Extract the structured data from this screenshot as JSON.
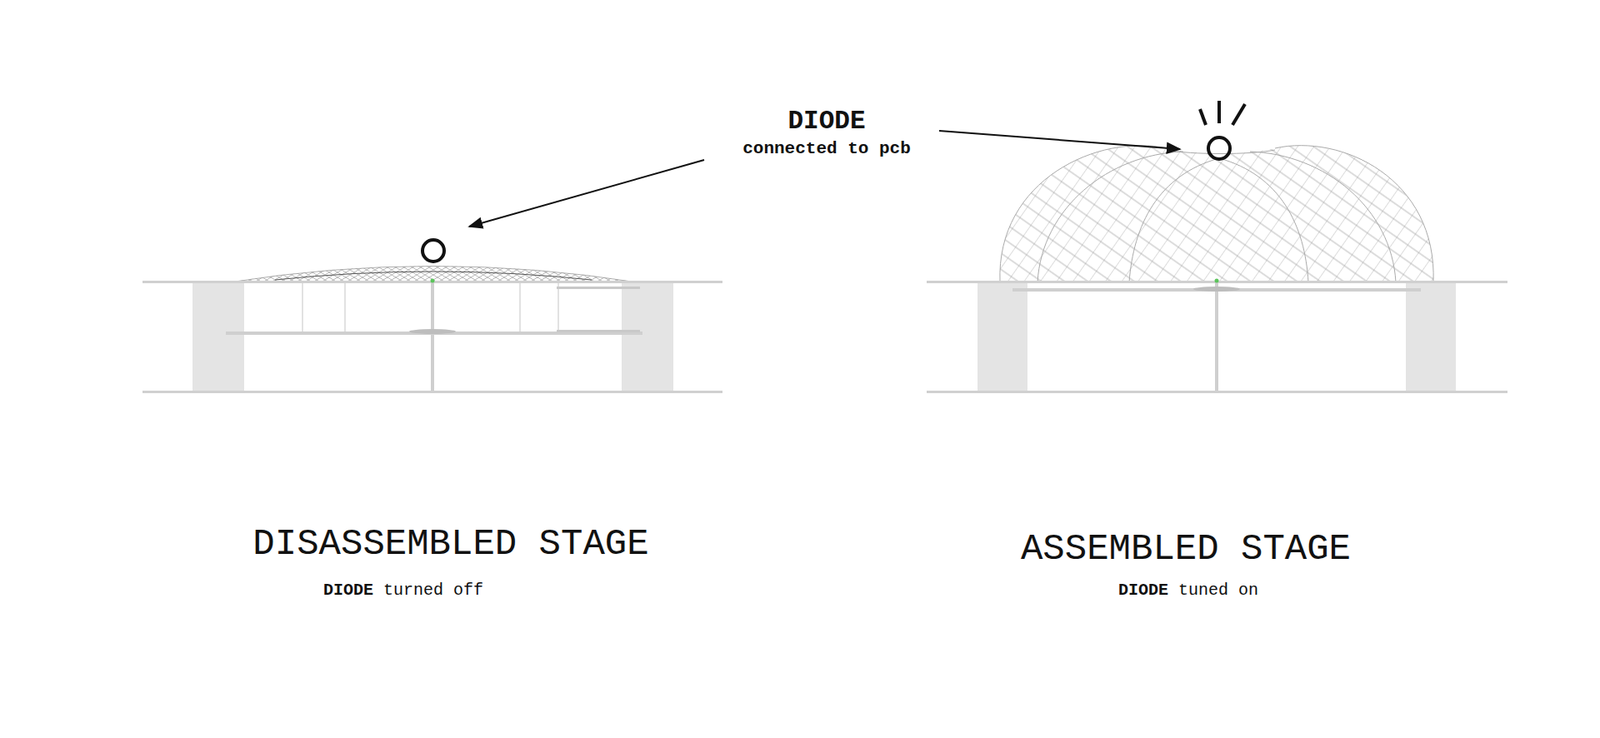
{
  "diagram": {
    "labels": [
      "DIODE",
      "connected to pcb",
      "DISASSEMBLED STAGE",
      "DIODE",
      "turned off",
      "ASSEMBLED STAGE",
      "DIODE",
      "tuned on"
    ]
  }
}
